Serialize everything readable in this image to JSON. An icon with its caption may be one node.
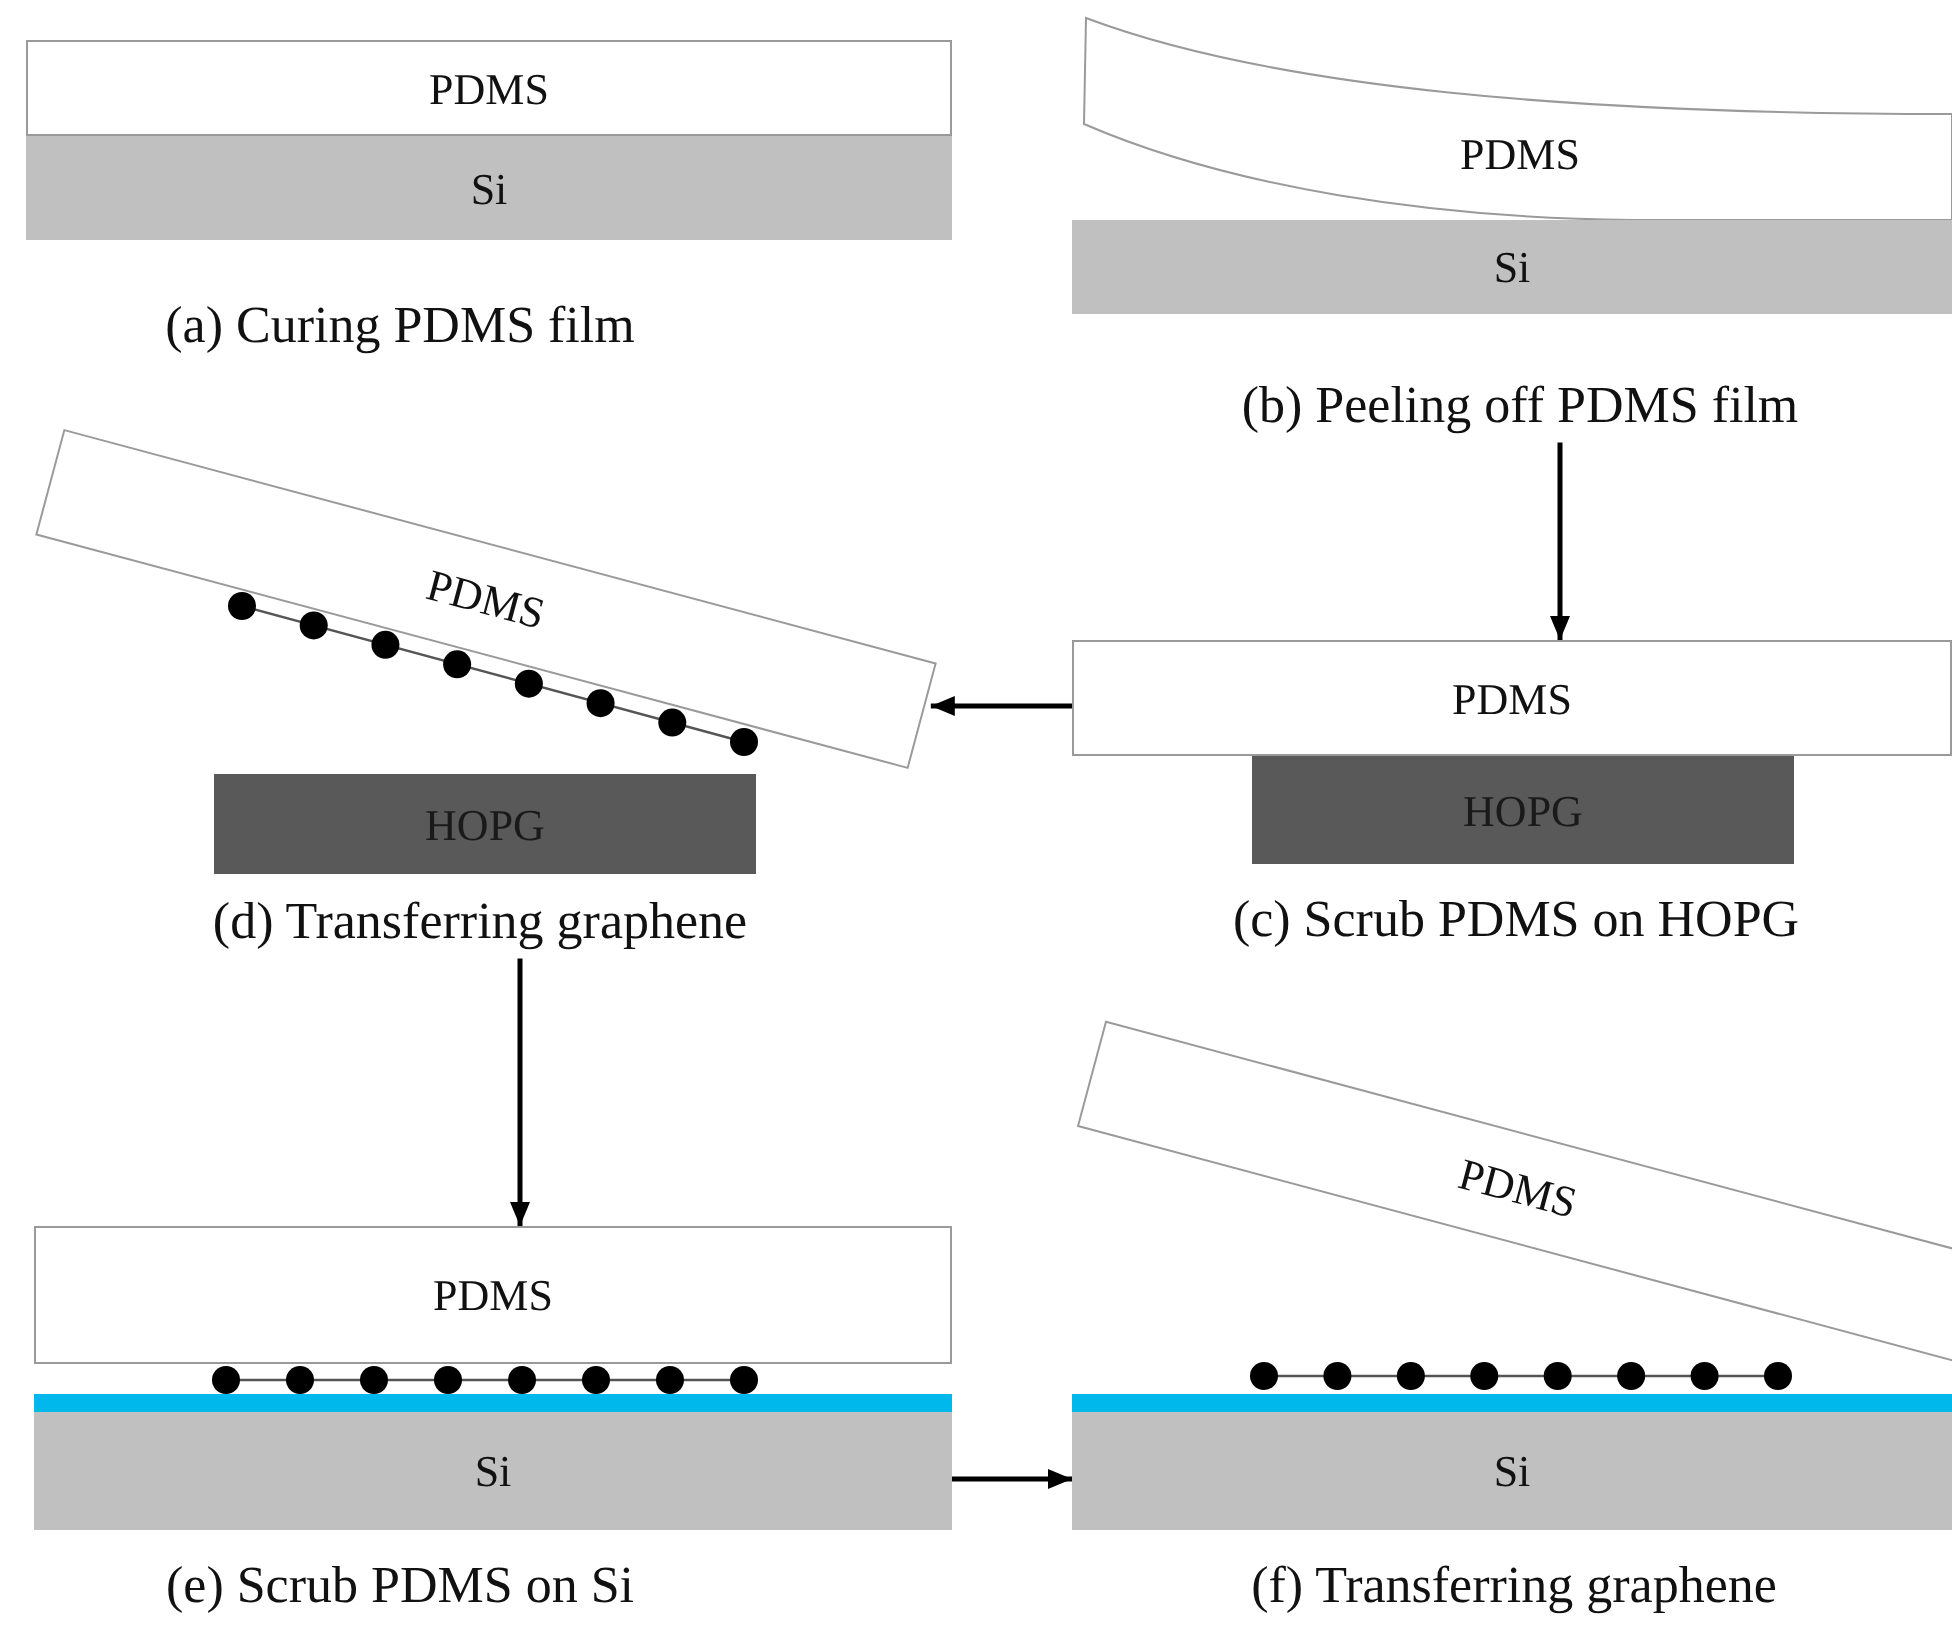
{
  "diagram": {
    "nodes": [
      {
        "text": [
          "PDMS"
        ]
      },
      {
        "text": [
          "Si"
        ]
      },
      {
        "text": [
          "PDMS"
        ]
      },
      {
        "text": [
          "Si"
        ]
      },
      {
        "text": [
          "(b) Peeling off PDMS film"
        ]
      },
      {
        "text": [
          "PDMS"
        ]
      },
      {
        "text": [
          "HOPG"
        ]
      },
      {
        "text": [
          "(d) Transferring graphene"
        ]
      },
      {
        "text": [
          "PDMS"
        ]
      },
      {
        "text": [
          "HOPG"
        ]
      },
      {
        "text": [
          "PDMS"
        ]
      },
      {
        "text": [
          "Si"
        ]
      },
      {
        "text": [
          "PDMS"
        ]
      },
      {
        "text": [
          "Si"
        ]
      }
    ],
    "edges": [
      {
        "from": 4,
        "to": 8,
        "arrow": "to"
      },
      {
        "from": 8,
        "to": 5,
        "arrow": "to"
      },
      {
        "from": 7,
        "to": 10,
        "arrow": "to"
      },
      {
        "from": 11,
        "to": 13,
        "arrow": "to"
      }
    ],
    "labels": [
      "(a) Curing PDMS film",
      "(c) Scrub PDMS on HOPG",
      "(e) Scrub PDMS on Si",
      "(f) Transferring graphene"
    ]
  }
}
